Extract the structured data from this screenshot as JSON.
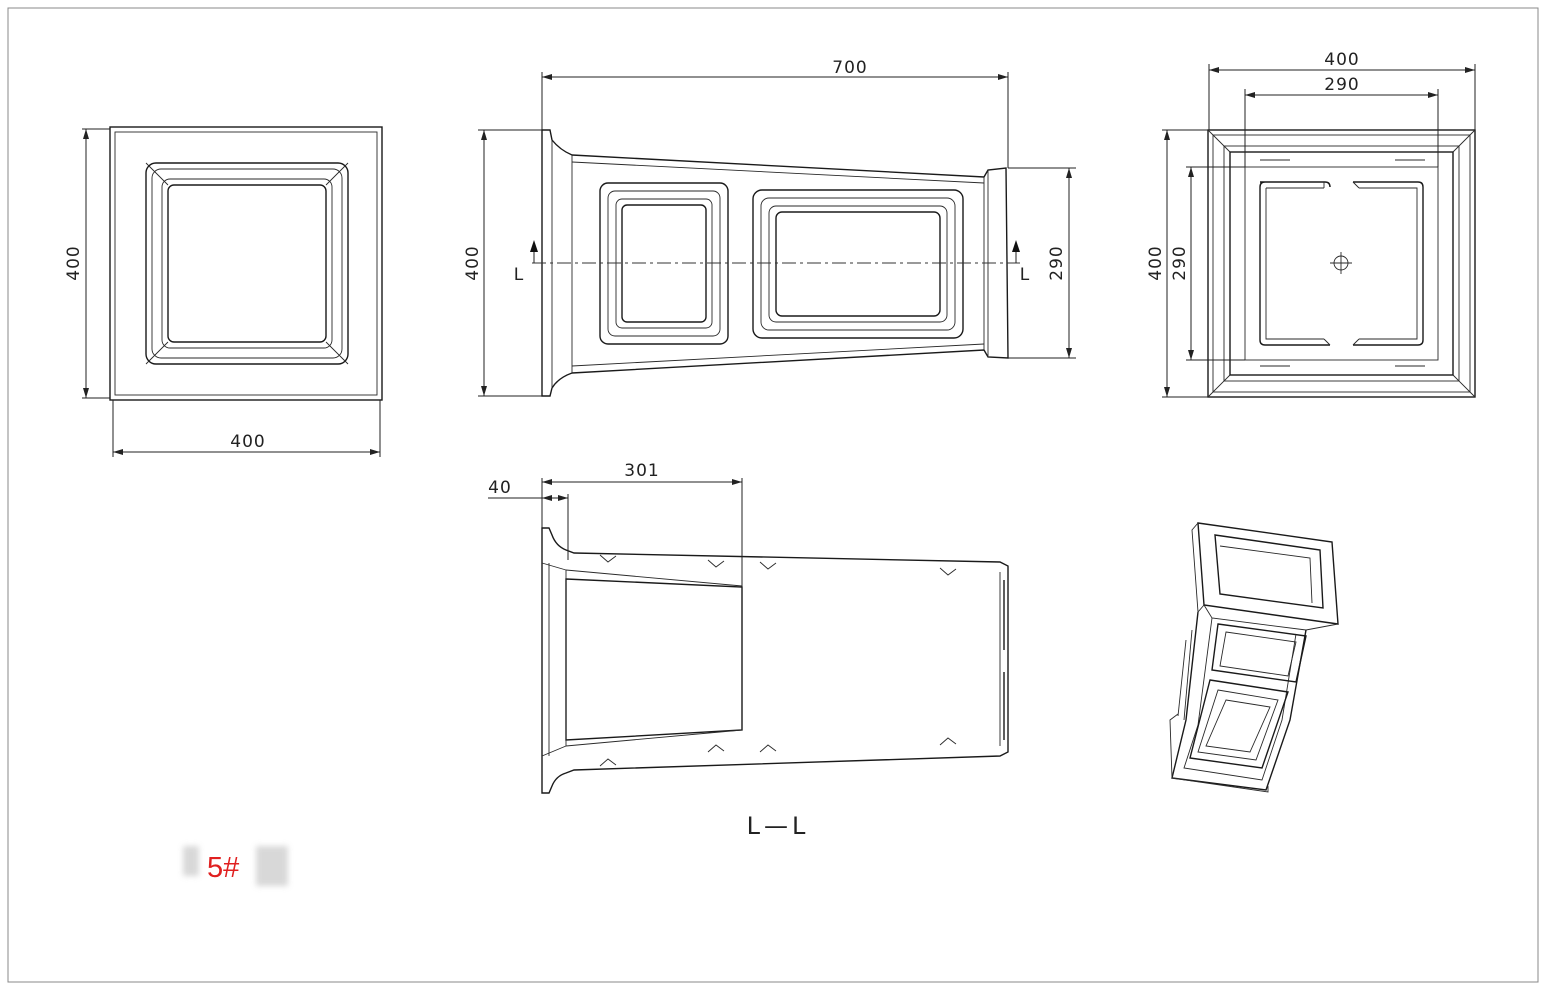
{
  "drawing": {
    "part_label": "5#",
    "section_title": "L—L",
    "section_marker": "L",
    "dimensions": {
      "top_width": "400",
      "top_height": "400",
      "side_length": "700",
      "side_height": "400",
      "side_small_end": "290",
      "end_outer": "400",
      "end_inner": "290",
      "end_height_outer": "400",
      "end_height_inner": "290",
      "section_wall": "40",
      "section_depth": "301"
    }
  }
}
